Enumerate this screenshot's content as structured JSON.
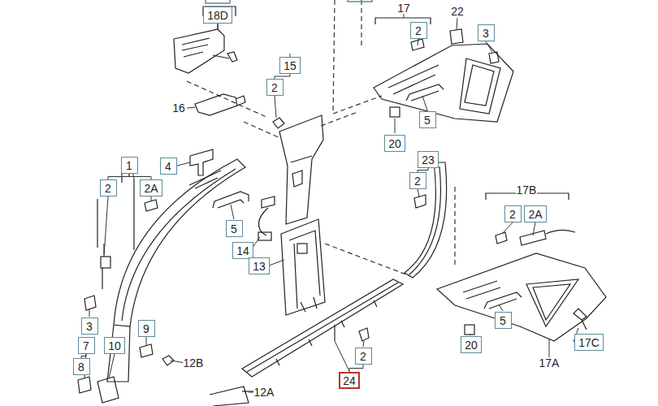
{
  "diagram": {
    "nodes": [
      {
        "text": [
          "18D"
        ]
      },
      {
        "text": [
          "2"
        ]
      },
      {
        "text": [
          "3"
        ]
      },
      {
        "text": [
          "15"
        ]
      },
      {
        "text": [
          "2"
        ]
      },
      {
        "text": [
          "5"
        ]
      },
      {
        "text": [
          "20"
        ]
      },
      {
        "text": [
          "23"
        ]
      },
      {
        "text": [
          "1"
        ]
      },
      {
        "text": [
          "4"
        ]
      },
      {
        "text": [
          "2"
        ]
      },
      {
        "text": [
          "2"
        ]
      },
      {
        "text": [
          "2A"
        ]
      },
      {
        "text": [
          "2"
        ]
      },
      {
        "text": [
          "2A"
        ]
      },
      {
        "text": [
          "5"
        ]
      },
      {
        "text": [
          "14"
        ]
      },
      {
        "text": [
          "13"
        ]
      },
      {
        "text": [
          "5"
        ]
      },
      {
        "text": [
          "3"
        ]
      },
      {
        "text": [
          "9"
        ]
      },
      {
        "text": [
          "17C"
        ]
      },
      {
        "text": [
          "20"
        ]
      },
      {
        "text": [
          "7"
        ]
      },
      {
        "text": [
          "10"
        ]
      },
      {
        "text": [
          "2"
        ]
      },
      {
        "text": [
          "8"
        ]
      },
      {
        "text": [
          "24"
        ]
      }
    ],
    "edges": [
      {
        "from": 3,
        "to": 4,
        "arrow": "none"
      },
      {
        "from": 7,
        "to": 10,
        "arrow": "none"
      },
      {
        "from": 8,
        "to": 11,
        "arrow": "none"
      },
      {
        "from": 8,
        "to": 12,
        "arrow": "none"
      },
      {
        "from": 23,
        "to": 26,
        "arrow": "none"
      },
      {
        "from": 27,
        "to": 25,
        "arrow": "none"
      }
    ],
    "labels": [
      "17",
      "22",
      "16",
      "17B",
      "12B",
      "12A",
      "17A"
    ]
  }
}
